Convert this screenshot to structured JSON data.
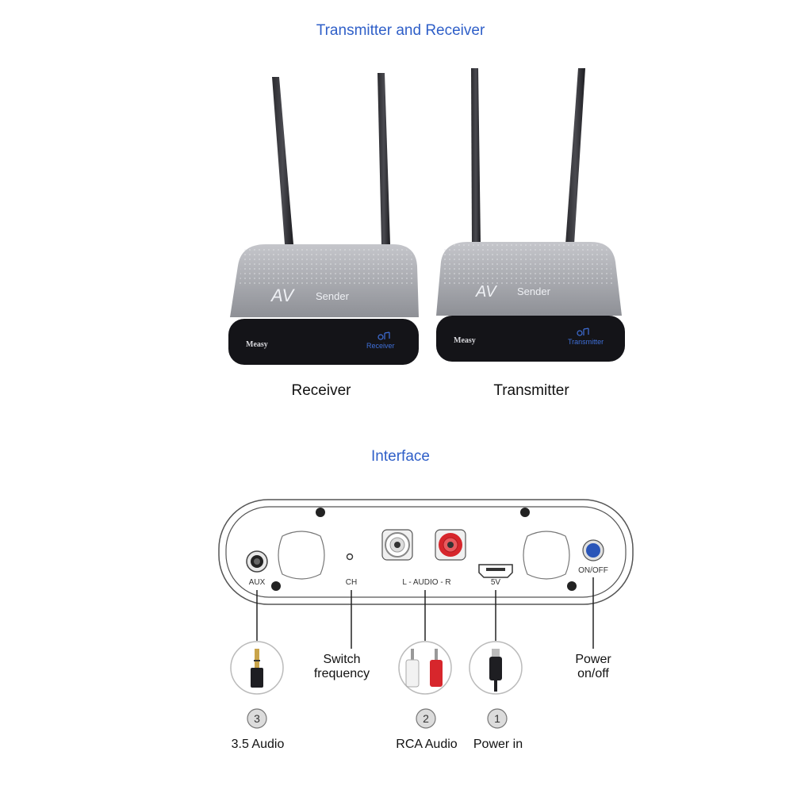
{
  "headings": {
    "top": "Transmitter and Receiver",
    "interface": "Interface"
  },
  "devices": {
    "receiver": {
      "label": "Receiver",
      "top_text": "AV",
      "top_subtext": "Sender",
      "brand": "Measy",
      "face_text": "Receiver"
    },
    "transmitter": {
      "label": "Transmitter",
      "top_text": "AV",
      "top_subtext": "Sender",
      "brand": "Measy",
      "face_text": "Transmitter"
    }
  },
  "panel": {
    "aux": "AUX",
    "ch": "CH",
    "audio": "L - AUDIO - R",
    "v5": "5V",
    "onoff": "ON/OFF"
  },
  "callouts": {
    "audio35": {
      "number": "3",
      "label": "3.5 Audio"
    },
    "switch": {
      "line1": "Switch",
      "line2": "frequency"
    },
    "rca": {
      "number": "2",
      "label": "RCA Audio"
    },
    "power": {
      "number": "1",
      "label": "Power in"
    },
    "poweronoff": {
      "line1": "Power",
      "line2": "on/off"
    }
  },
  "colors": {
    "heading": "#2f5fc8",
    "device_body": "#a9aab0",
    "device_face": "#141418",
    "rca_red": "#d7262c",
    "onoff_blue": "#2a55b8"
  }
}
